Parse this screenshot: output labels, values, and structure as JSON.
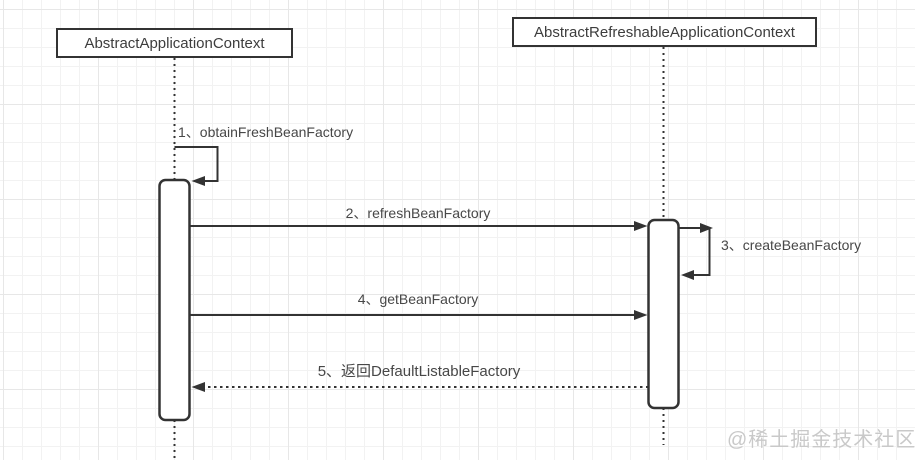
{
  "diagram": {
    "type": "uml-sequence",
    "participants": [
      {
        "id": "left",
        "label": "AbstractApplicationContext"
      },
      {
        "id": "right",
        "label": "AbstractRefreshableApplicationContext"
      }
    ],
    "messages": [
      {
        "num": "1",
        "label": "1、obtainFreshBeanFactory",
        "type": "self-message",
        "from": "left",
        "to": "left"
      },
      {
        "num": "2",
        "label": "2、refreshBeanFactory",
        "type": "solid-arrow",
        "from": "left",
        "to": "right"
      },
      {
        "num": "3",
        "label": "3、createBeanFactory",
        "type": "self-message",
        "from": "right",
        "to": "right"
      },
      {
        "num": "4",
        "label": "4、getBeanFactory",
        "type": "solid-arrow",
        "from": "left",
        "to": "right"
      },
      {
        "num": "5",
        "label": "5、返回DefaultListableFactory",
        "type": "dashed-return",
        "from": "right",
        "to": "left"
      }
    ],
    "watermark": "@稀土掘金技术社区",
    "colors": {
      "line": "#333333",
      "text": "#474747",
      "watermark": "#c9c9c9",
      "grid_minor": "#f2f2f2",
      "grid_major": "#e7e7e7",
      "background": "#ffffff"
    }
  }
}
